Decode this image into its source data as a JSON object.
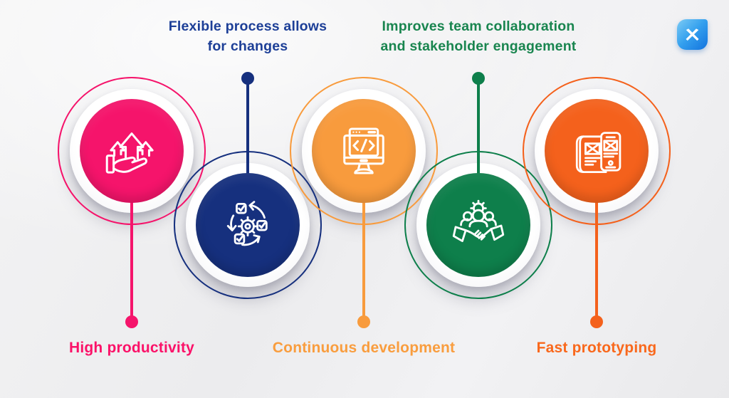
{
  "page": {
    "background_color": "#f0f0f2",
    "type": "agile-benefits-infographic"
  },
  "brand": {
    "logo_letter": "X",
    "logo_gradient_start": "#7ccbf5",
    "logo_gradient_end": "#1273de"
  },
  "items": [
    {
      "title": "High productivity",
      "title_color": "#fb1168",
      "color": "#f5146b",
      "icon": "hand-growth-arrows",
      "label_position": "bottom"
    },
    {
      "title": "Flexible process allows\nfor changes",
      "title_color": "#1d3f97",
      "color": "#16307e",
      "icon": "process-cycle-gear",
      "label_position": "top"
    },
    {
      "title": "Continuous development",
      "title_color": "#f99d3e",
      "color": "#f89b3d",
      "icon": "code-monitor",
      "label_position": "bottom"
    },
    {
      "title": "Improves team collaboration\nand stakeholder engagement",
      "title_color": "#19854f",
      "color": "#0e7f4b",
      "icon": "team-handshake",
      "label_position": "top"
    },
    {
      "title": "Fast prototyping",
      "title_color": "#f9681c",
      "color": "#f4611c",
      "icon": "prototype-blueprint",
      "label_position": "bottom"
    }
  ]
}
